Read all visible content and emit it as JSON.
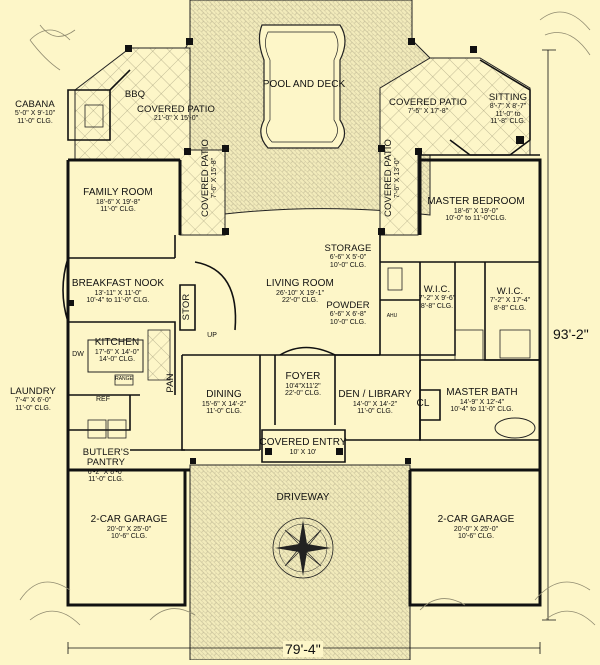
{
  "rooms": {
    "bbq": {
      "name": "BBQ"
    },
    "cabana": {
      "name": "CABANA",
      "dims": "5'-0\" X 9'-10\"",
      "clg": "11'-0\" CLG."
    },
    "covered_patio_left": {
      "name": "COVERED PATIO",
      "dims": "21'-0\" X 15'-0\""
    },
    "pool": {
      "name": "POOL AND DECK"
    },
    "covered_patio_right": {
      "name": "COVERED PATIO",
      "dims": "7'-5\" X 17'-8\""
    },
    "sitting": {
      "name": "SITTING",
      "dims": "8'-7\" X 8'-7\"",
      "clg": "11'-0\" to 11'-8\" CLG."
    },
    "covered_patio_left_v": {
      "name": "COVERED PATIO",
      "dims": "7'-6\" X 15'-8\""
    },
    "covered_patio_right_v": {
      "name": "COVERED PATIO",
      "dims": "7'-6\" X 13'-0\""
    },
    "family_room": {
      "name": "FAMILY ROOM",
      "dims": "18'-6\" X 19'-8\"",
      "clg": "11'-0\" CLG."
    },
    "master_bedroom": {
      "name": "MASTER BEDROOM",
      "dims": "18'-6\" X 19'-0\"",
      "clg": "10'-0\" to 11'-0\"CLG."
    },
    "storage": {
      "name": "STORAGE",
      "dims": "6'-6\" X 5'-0\"",
      "clg": "10'-0\" CLG."
    },
    "breakfast_nook": {
      "name": "BREAKFAST NOOK",
      "dims": "13'-11\" X 11'-0\"",
      "clg": "10'-4\" to 11'-0\" CLG."
    },
    "living_room": {
      "name": "LIVING ROOM",
      "dims": "26'-10\" X 19'-1\"",
      "clg": "22'-0\" CLG."
    },
    "powder": {
      "name": "POWDER",
      "dims": "6'-6\" X 6'-8\"",
      "clg": "10'-0\" CLG."
    },
    "wic_left": {
      "name": "W.I.C.",
      "dims": "7'-2\" X 9'-6\"",
      "clg": "8'-8\" CLG."
    },
    "wic_right": {
      "name": "W.I.C.",
      "dims": "7'-2\" X 17'-4\"",
      "clg": "8'-8\" CLG."
    },
    "stor": {
      "name": "STOR"
    },
    "kitchen": {
      "name": "KITCHEN",
      "dims": "17'-6\" X 14'-0\"",
      "clg": "14'-0\" CLG."
    },
    "foyer": {
      "name": "FOYER",
      "dims": "10'4\"X11'2\"",
      "clg": "22'-0\" CLG."
    },
    "pan": {
      "name": "PAN"
    },
    "dining": {
      "name": "DINING",
      "dims": "15'-6\" X 14'-2\"",
      "clg": "11'-0\" CLG."
    },
    "den_library": {
      "name": "DEN / LIBRARY",
      "dims": "14'-0\" X 14'-2\"",
      "clg": "11'-0\" CLG."
    },
    "cl": {
      "name": "CL"
    },
    "master_bath": {
      "name": "MASTER BATH",
      "dims": "14'-9\" X 12'-4\"",
      "clg": "10'-4\" to 11'-0\" CLG."
    },
    "laundry": {
      "name": "LAUNDRY",
      "dims": "7'-4\" X 6'-0\"",
      "clg": "11'-0\" CLG."
    },
    "covered_entry": {
      "name": "COVERED ENTRY",
      "dims": "10' X 10'"
    },
    "butlers_pantry": {
      "name": "BUTLER'S PANTRY",
      "dims": "6'-2\" X 8'-0\"",
      "clg": "11'-0\" CLG."
    },
    "driveway": {
      "name": "DRIVEWAY"
    },
    "garage_left": {
      "name": "2-CAR GARAGE",
      "dims": "20'-0\" X 25'-0\"",
      "clg": "10'-6\" CLG."
    },
    "garage_right": {
      "name": "2-CAR GARAGE",
      "dims": "20'-0\" X 25'-0\"",
      "clg": "10'-6\" CLG."
    }
  },
  "small_labels": {
    "up": "UP",
    "dw": "DW",
    "ref": "REF",
    "range": "RANGE",
    "ahu": "AHU"
  },
  "dimensions": {
    "overall_depth": "93'-2\"",
    "overall_width": "79'-4\""
  },
  "colors": {
    "background": "#fdf6c8",
    "line": "#111111"
  }
}
